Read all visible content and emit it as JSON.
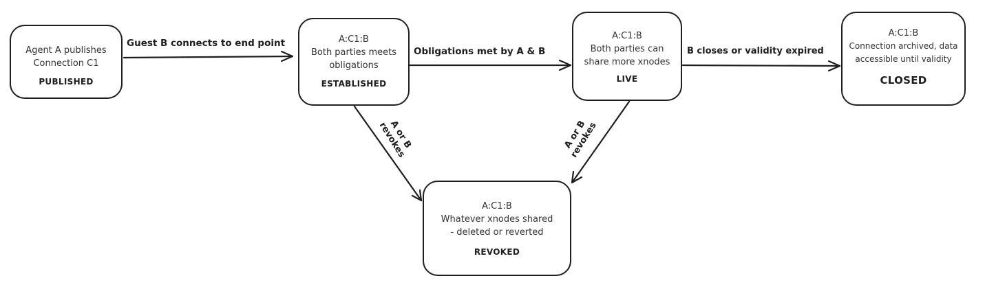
{
  "nodes": {
    "published": {
      "desc": "Agent A publishes Connection C1",
      "state": "PUBLISHED"
    },
    "established": {
      "id": "A:C1:B",
      "desc": "Both parties meets obligations",
      "state": "ESTABLISHED"
    },
    "live": {
      "id": "A:C1:B",
      "desc": "Both parties can share more xnodes",
      "state": "LIVE"
    },
    "closed": {
      "id": "A:C1:B",
      "desc": "Connection archived, data accessible until validity",
      "state": "CLOSED"
    },
    "revoked": {
      "id": "A:C1:B",
      "desc": "Whatever xnodes shared - deleted or reverted",
      "state": "REVOKED"
    }
  },
  "edges": {
    "published_to_established": "Guest B connects to end point",
    "established_to_live": "Obligations met by A & B",
    "live_to_closed": "B closes or validity expired",
    "established_to_revoked": {
      "line1": "A or B",
      "line2": "revokes"
    },
    "live_to_revoked": {
      "line1": "A or B",
      "line2": "revokes"
    }
  }
}
